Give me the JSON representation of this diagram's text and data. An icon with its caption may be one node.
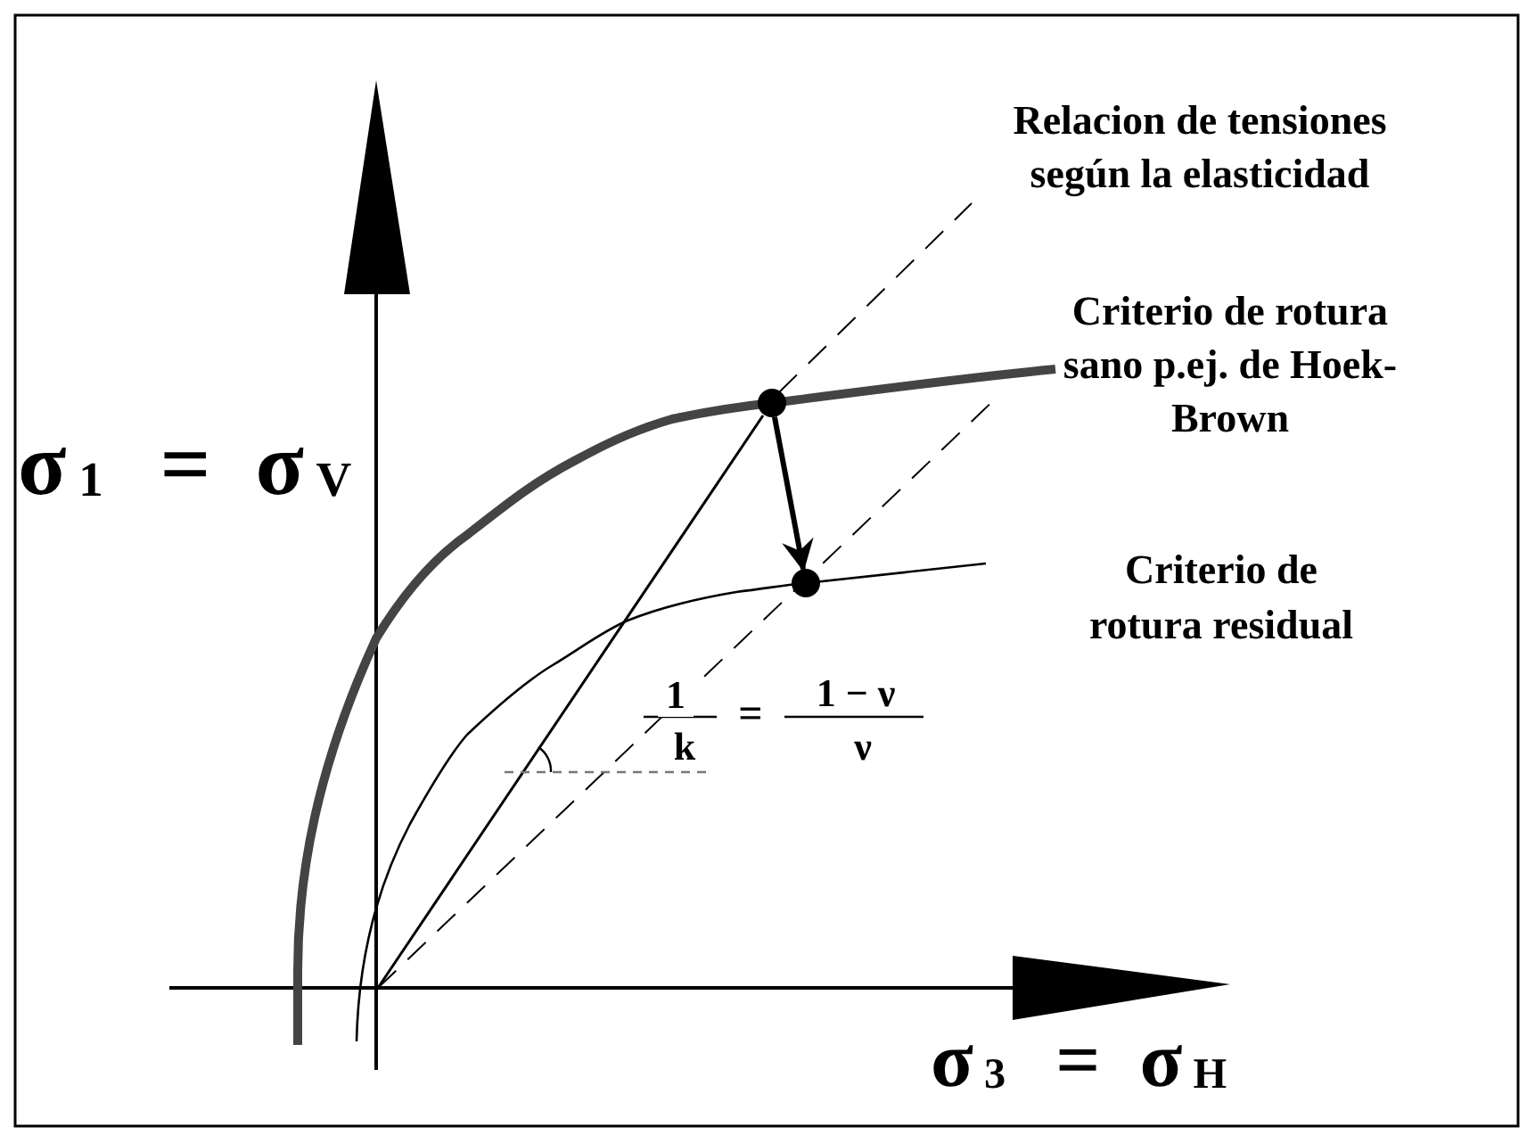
{
  "diagram": {
    "nodes": [
      {
        "text": [],
        "shape": "circle"
      },
      {
        "text": [],
        "shape": "circle"
      }
    ],
    "edges": [
      {
        "from": 0,
        "to": 1,
        "arrow": "to"
      }
    ],
    "labels": [
      "σ$_{1}$ = σ$_{V}$",
      "Relacion de tensiones según la elasticidad",
      "Criterio de rotura sano p.ej. de Hoek-Brown",
      "Criterio de rotura residual",
      "1",
      "k",
      "=",
      "1 − ν",
      "ν",
      "σ$_{3}$ = σ$_{H}$"
    ]
  }
}
